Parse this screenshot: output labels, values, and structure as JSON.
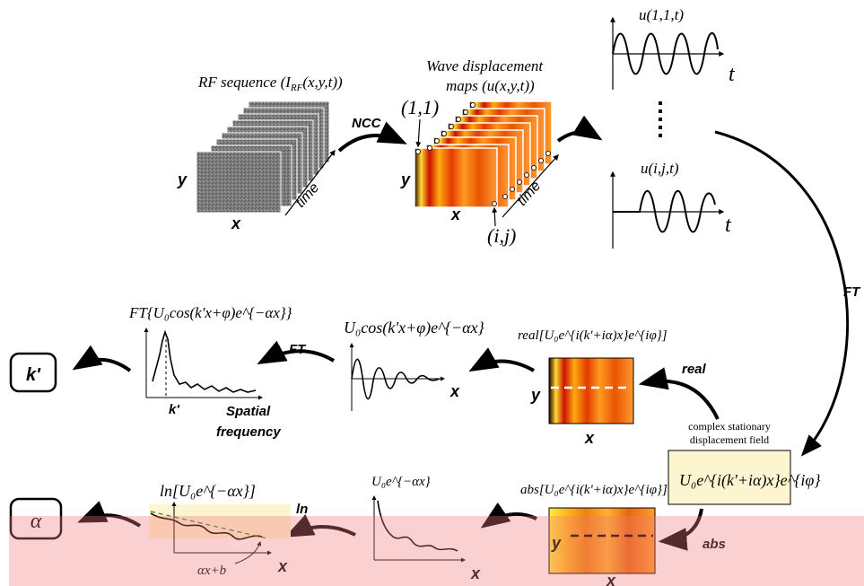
{
  "labels": {
    "rf_title_pre": "RF sequence (I",
    "rf_title_sub": "RF",
    "rf_title_post": "(x,y,t))",
    "rf_y": "y",
    "rf_x": "x",
    "rf_time": "time",
    "ncc": "NCC",
    "wave_title_line1": "Wave displacement",
    "wave_title_line2": "maps (u(x,y,t))",
    "point_11": "(1,1)",
    "point_ij": "(i,j)",
    "wave_y": "y",
    "wave_x": "x",
    "wave_time": "time",
    "u11": "u(1,1,t)",
    "uij": "u(i,j,t)",
    "t_axis_top": "t",
    "t_axis_bottom": "t",
    "ft_right": "FT",
    "real_map_title": "real[U₀e^{i(k'+iα)x}e^{iφ}]",
    "real_arrow": "real",
    "real_map_y": "y",
    "real_map_x": "x",
    "complex_field_line1": "complex stationary",
    "complex_field_line2": "displacement field",
    "complex_field_formula": "U₀e^{i(k'+iα)x}e^{iφ}",
    "cos_title": "U₀cos(k'x+φ)e^{−αx}",
    "cos_x": "x",
    "ft_mid": "FT",
    "ft_spectrum_title": "FT{U₀cos(k'x+φ)e^{−αx}}",
    "k_peak": "k'",
    "spatial_freq_line1": "Spatial",
    "spatial_freq_line2": "frequency",
    "k_box": "k'",
    "abs_map_title": "abs[U₀e^{i(k'+iα)x}e^{iφ}]",
    "abs_arrow": "abs",
    "abs_map_y": "y",
    "abs_map_x": "x",
    "exp_title": "U₀e^{−αx}",
    "exp_x": "x",
    "ln_arrow": "ln",
    "ln_title": "ln[U₀e^{−αx}]",
    "ln_x": "x",
    "fit_label": "αx+b",
    "alpha_box": "α"
  }
}
